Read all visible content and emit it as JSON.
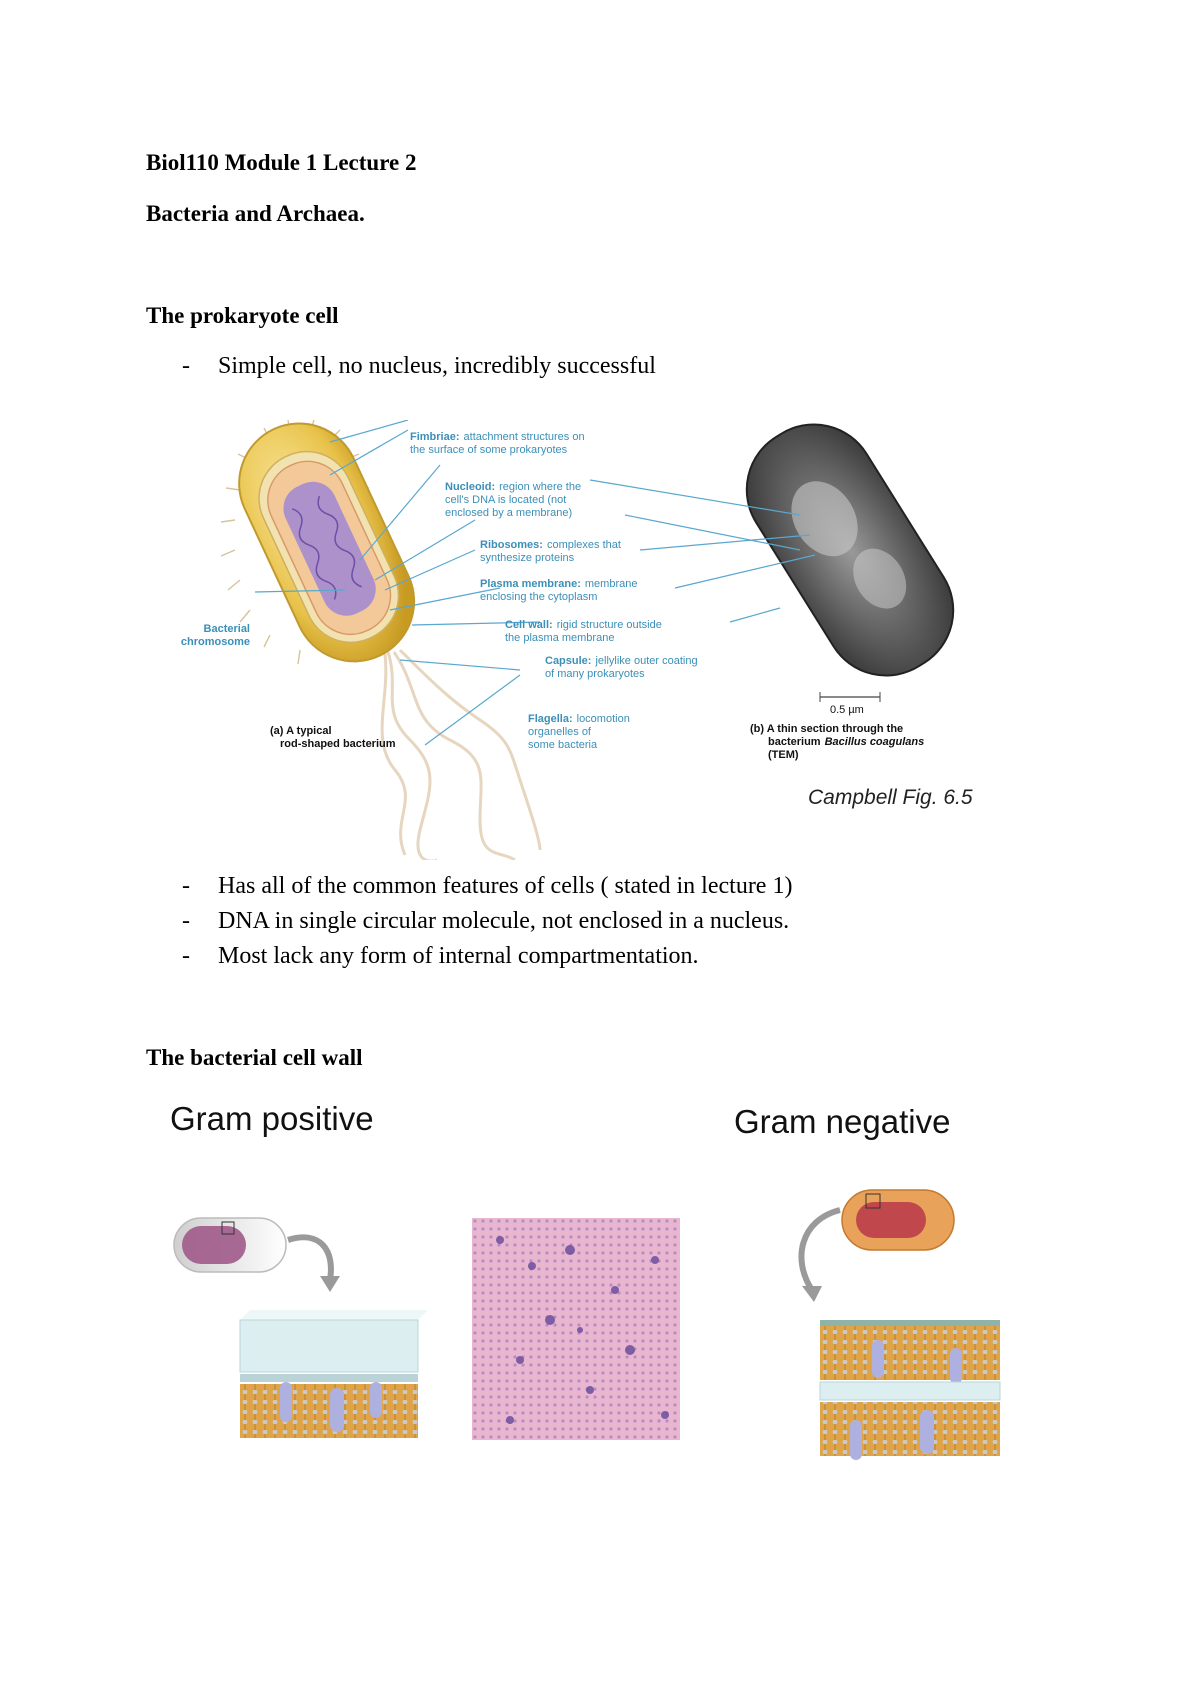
{
  "doc": {
    "title": "Biol110 Module 1 Lecture 2",
    "subtitle": "Bacteria and Archaea.",
    "section1": {
      "heading": "The prokaryote cell",
      "bullets_top": [
        "Simple cell, no nucleus, incredibly successful"
      ],
      "bullets_bottom": [
        "Has all of the common features of cells ( stated in lecture 1)",
        "DNA in single circular molecule, not enclosed in a nucleus.",
        "Most lack any form of internal compartmentation."
      ]
    },
    "section2": {
      "heading": "The bacterial cell wall"
    }
  },
  "figure1": {
    "labels": {
      "fimbriae_term": "Fimbriae:",
      "fimbriae_l1": "attachment structures on",
      "fimbriae_l2": "the surface of some prokaryotes",
      "nucleoid_term": "Nucleoid:",
      "nucleoid_l1": "region where the",
      "nucleoid_l2": "cell's DNA is located (not",
      "nucleoid_l3": "enclosed by a membrane)",
      "ribosomes_term": "Ribosomes:",
      "ribosomes_l1": "complexes that",
      "ribosomes_l2": "synthesize proteins",
      "plasma_term": "Plasma membrane:",
      "plasma_l1": "membrane",
      "plasma_l2": "enclosing the cytoplasm",
      "cellwall_term": "Cell wall:",
      "cellwall_l1": "rigid structure outside",
      "cellwall_l2": "the plasma membrane",
      "capsule_term": "Capsule:",
      "capsule_l1": "jellylike outer coating",
      "capsule_l2": "of many prokaryotes",
      "flagella_term": "Flagella:",
      "flagella_l1": "locomotion",
      "flagella_l2": "organelles of",
      "flagella_l3": "some bacteria",
      "chromosome_l1": "Bacterial",
      "chromosome_l2": "chromosome"
    },
    "caption_a_l1": "(a) A typical",
    "caption_a_l2": "rod-shaped bacterium",
    "caption_b_l1": "(b) A thin section through the",
    "caption_b_l2": "bacterium",
    "caption_b_species": "Bacillus coagulans",
    "caption_b_l3": "(TEM)",
    "scale": "0.5 µm",
    "credit": "Campbell Fig. 6.5"
  },
  "figure2": {
    "left_title": "Gram positive",
    "right_title": "Gram negative"
  },
  "colors": {
    "label_blue": "#3b8fb8",
    "capsule_yellow": "#e8c24a",
    "cytoplasm": "#f3c99a",
    "nucleoid_purple": "#a48bd0",
    "peptidoglycan": "#dceef0",
    "lipid_orange": "#e0a448",
    "protein_lilac": "#aeb0e0"
  }
}
